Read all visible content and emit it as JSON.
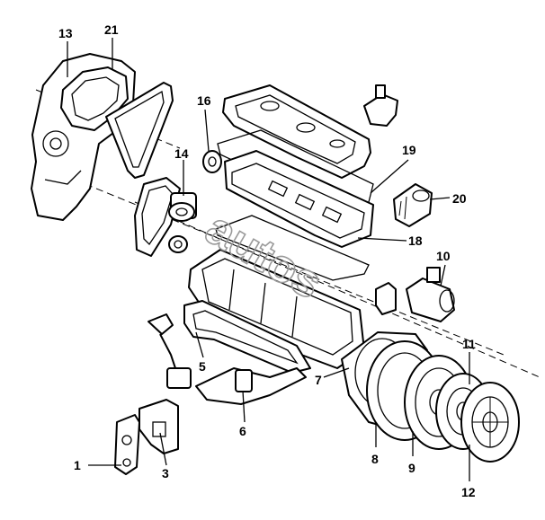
{
  "watermark": "autos",
  "callouts": {
    "c1": "1",
    "c3": "3",
    "c5": "5",
    "c6": "6",
    "c7": "7",
    "c8": "8",
    "c9": "9",
    "c10": "10",
    "c11": "11",
    "c12": "12",
    "c13": "13",
    "c14": "14",
    "c16": "16",
    "c18": "18",
    "c19": "19",
    "c20": "20",
    "c21": "21"
  }
}
